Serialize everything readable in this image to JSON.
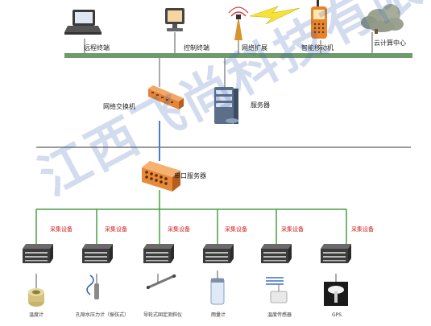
{
  "top_devices": {
    "remote_terminal": "远程终端",
    "control_terminal": "控制终端",
    "network_expansion": "网络扩展",
    "smart_mobile": "智能移动机",
    "cloud_center": "云计算中心"
  },
  "middle": {
    "network_switch": "网络交换机",
    "server": "服务器",
    "serial_server": "串口服务器"
  },
  "acquisition_label": "采集设备",
  "sensors": [
    "温度计",
    "孔隙水压力计（振弦式）",
    "导轮式固定测斜仪",
    "雨量计",
    "温度传感器",
    "GPS"
  ],
  "watermark": "江西飞尚科技有限公司",
  "colors": {
    "backbone": "#6e9a6e",
    "bus_line": "#45a045",
    "label_red": "#d32020",
    "watermark": "#3d63b5"
  }
}
